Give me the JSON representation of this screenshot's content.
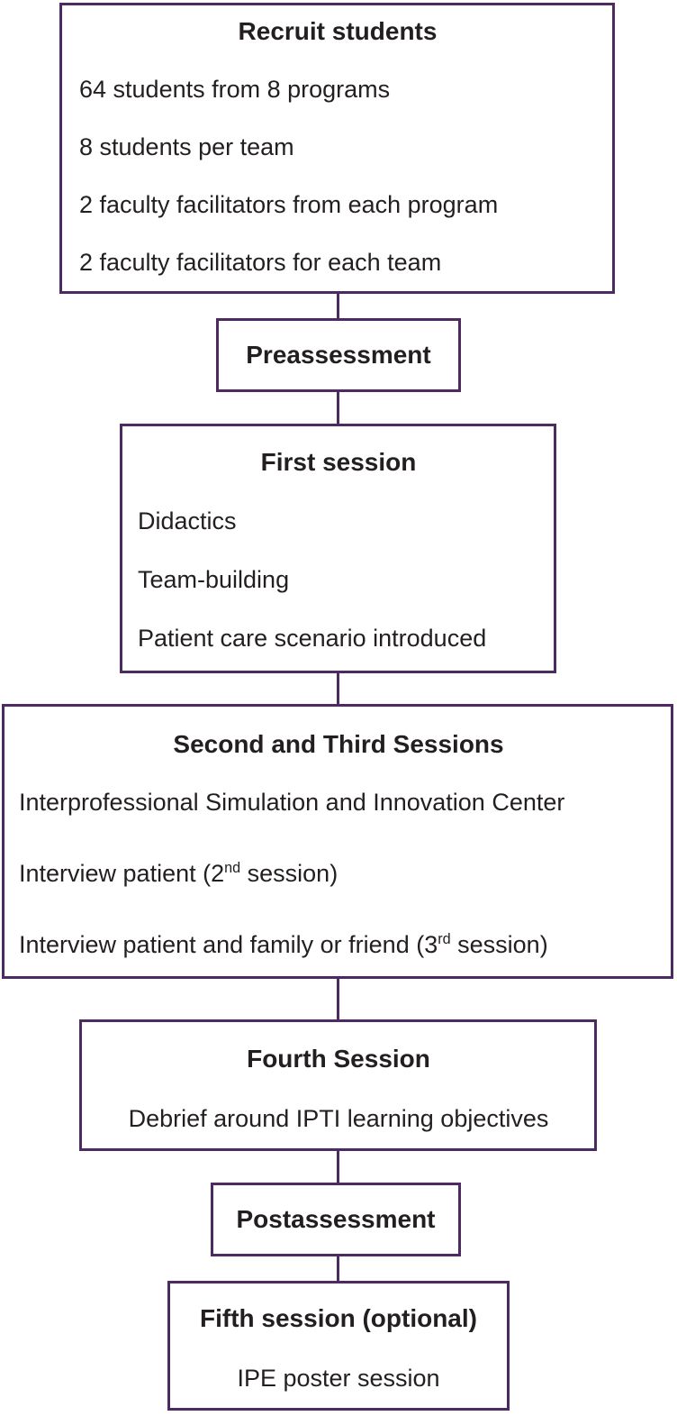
{
  "colors": {
    "box_border": "#4e2a63",
    "connector": "#4e2a63",
    "text": "#231f20",
    "background": "#ffffff"
  },
  "flowchart": {
    "recruit": {
      "title": "Recruit students",
      "lines": [
        "64 students from 8 programs",
        "8 students per team",
        "2 faculty facilitators from each program",
        "2 faculty facilitators for each team"
      ]
    },
    "preassessment": {
      "title": "Preassessment"
    },
    "first": {
      "title": "First session",
      "lines": [
        "Didactics",
        "Team-building",
        "Patient care scenario introduced"
      ]
    },
    "second_third": {
      "title": "Second and Third Sessions",
      "line1": "Interprofessional Simulation and Innovation Center",
      "line2": {
        "pre": "Interview patient (2",
        "sup": "nd",
        "post": " session)"
      },
      "line3": {
        "pre": "Interview patient and family or friend (3",
        "sup": "rd",
        "post": " session)"
      }
    },
    "fourth": {
      "title": "Fourth Session",
      "line": "Debrief around IPTI learning objectives"
    },
    "postassessment": {
      "title": "Postassessment"
    },
    "fifth": {
      "title": "Fifth session (optional)",
      "line": "IPE poster session"
    }
  }
}
